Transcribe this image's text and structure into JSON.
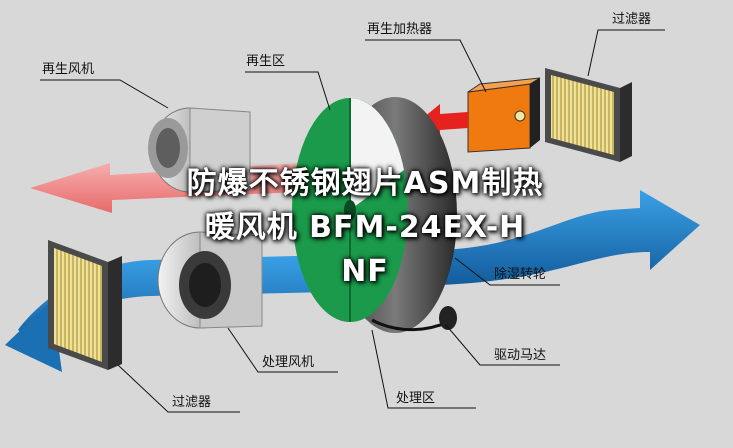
{
  "labels": {
    "regen_fan": "再生风机",
    "regen_zone": "再生区",
    "regen_heater": "再生加热器",
    "filter_top": "过滤器",
    "desiccant_wheel": "除湿转轮",
    "drive_motor": "驱动马达",
    "process_fan": "处理风机",
    "filter_bottom": "过滤器",
    "process_zone": "处理区"
  },
  "overlay_title": {
    "line1": "防爆不锈钢翅片ASM制热",
    "line2": "暖风机 BFM-24EX-H",
    "line3": "NF"
  },
  "colors": {
    "process_air": "#1f7fc9",
    "regen_air": "#f08a8a",
    "wheel_green": "#1a9a4a",
    "heater_orange": "#f07a10",
    "filter_yellow": "#e6d37a",
    "background": "#d8d8d8"
  }
}
